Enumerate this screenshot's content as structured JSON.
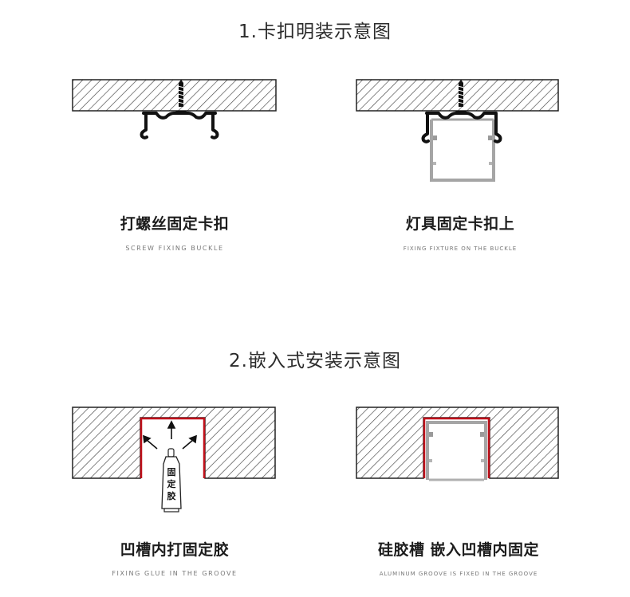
{
  "section1": {
    "title": "1.卡扣明装示意图",
    "panels": [
      {
        "caption_cn": "打螺丝固定卡扣",
        "caption_en": "SCREW FIXING BUCKLE",
        "diagram": "screw-fixing-buckle"
      },
      {
        "caption_cn": "灯具固定卡扣上",
        "caption_en": "FIXING FIXTURE ON THE BUCKLE",
        "diagram": "fixture-on-buckle"
      }
    ]
  },
  "section2": {
    "title": "2.嵌入式安装示意图",
    "panels": [
      {
        "caption_cn": "凹槽内打固定胶",
        "caption_en": "FIXING GLUE IN THE GROOVE",
        "diagram": "glue-in-groove",
        "tube_label": [
          "固",
          "定",
          "胶"
        ]
      },
      {
        "caption_cn": "硅胶槽 嵌入凹槽内固定",
        "caption_en": "ALUMINUM GROOVE IS FIXED IN THE GROOVE",
        "diagram": "aluminum-in-groove"
      }
    ]
  },
  "colors": {
    "hatch": "#333333",
    "profile_black": "#111111",
    "profile_gray": "#a0a0a0",
    "glue_red": "#c0101a"
  }
}
